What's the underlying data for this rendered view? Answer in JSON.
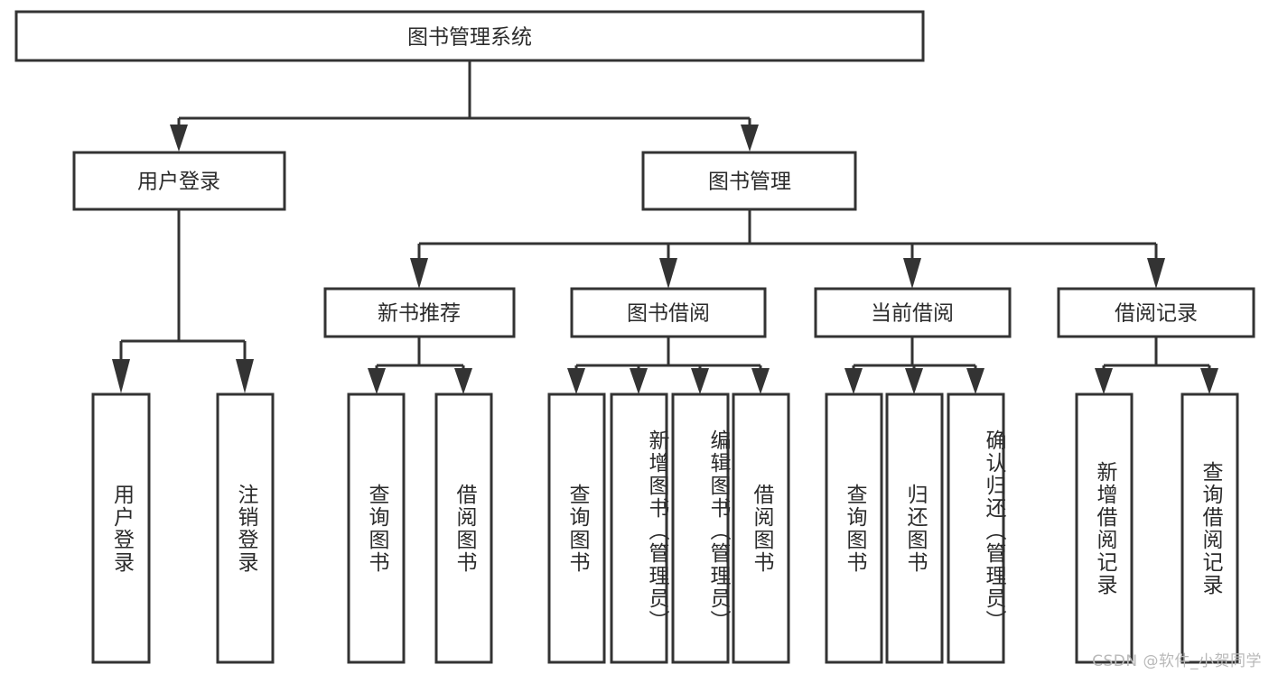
{
  "diagram": {
    "title": "图书管理系统",
    "type": "tree-structure-chart",
    "root": {
      "id": "root",
      "label": "图书管理系统"
    },
    "level2": [
      {
        "id": "user-login",
        "label": "用户登录"
      },
      {
        "id": "book-manage",
        "label": "图书管理"
      }
    ],
    "level3": [
      {
        "id": "new-book-rec",
        "label": "新书推荐",
        "parent": "book-manage"
      },
      {
        "id": "book-borrow",
        "label": "图书借阅",
        "parent": "book-manage"
      },
      {
        "id": "current-borrow",
        "label": "当前借阅",
        "parent": "book-manage"
      },
      {
        "id": "borrow-record",
        "label": "借阅记录",
        "parent": "book-manage"
      }
    ],
    "leaves": [
      {
        "id": "leaf-user-login",
        "label": "用户登录",
        "parent": "user-login"
      },
      {
        "id": "leaf-user-logout",
        "label": "注销登录",
        "parent": "user-login"
      },
      {
        "id": "leaf-query-book-1",
        "label": "查询图书",
        "parent": "new-book-rec"
      },
      {
        "id": "leaf-borrow-book-1",
        "label": "借阅图书",
        "parent": "new-book-rec"
      },
      {
        "id": "leaf-query-book-2",
        "label": "查询图书",
        "parent": "book-borrow"
      },
      {
        "id": "leaf-add-book",
        "label": "新增图书（管理员）",
        "parent": "book-borrow"
      },
      {
        "id": "leaf-edit-book",
        "label": "编辑图书（管理员）",
        "parent": "book-borrow"
      },
      {
        "id": "leaf-borrow-book-2",
        "label": "借阅图书",
        "parent": "book-borrow"
      },
      {
        "id": "leaf-query-book-3",
        "label": "查询图书",
        "parent": "current-borrow"
      },
      {
        "id": "leaf-return-book",
        "label": "归还图书",
        "parent": "current-borrow"
      },
      {
        "id": "leaf-confirm-return",
        "label": "确认归还（管理员）",
        "parent": "current-borrow"
      },
      {
        "id": "leaf-add-record",
        "label": "新增借阅记录",
        "parent": "borrow-record"
      },
      {
        "id": "leaf-query-record",
        "label": "查询借阅记录",
        "parent": "borrow-record"
      }
    ],
    "colors": {
      "box_fill": "#ffffff",
      "box_stroke": "#333333",
      "text": "#2b2b2b",
      "background": "#ffffff",
      "watermark": "#b9b9b9"
    }
  },
  "watermark": {
    "text": "CSDN @软件_小贺同学"
  }
}
